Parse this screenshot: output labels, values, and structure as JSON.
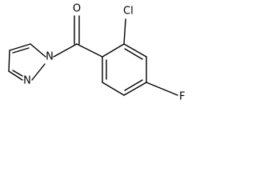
{
  "atoms": {
    "O": "O",
    "N1": "N",
    "N2": "N",
    "Cl": "Cl",
    "F": "F"
  }
}
